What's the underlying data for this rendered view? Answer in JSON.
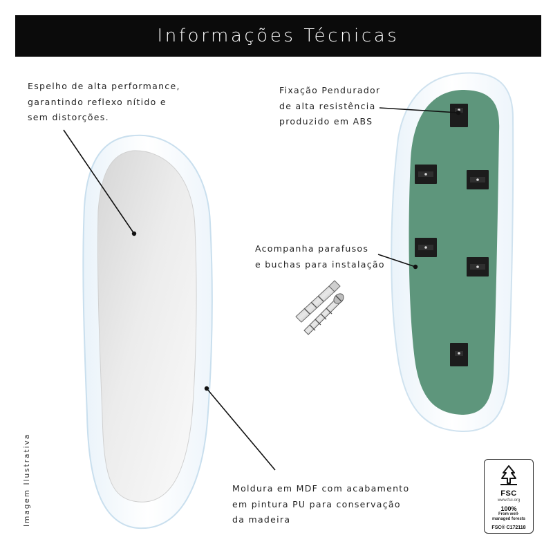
{
  "header": {
    "title": "Informações Técnicas"
  },
  "annotations": {
    "mirror": {
      "lines": [
        "Espelho de alta performance,",
        "garantindo reflexo nítido e",
        "sem distorções."
      ]
    },
    "hanger": {
      "lines": [
        "Fixação Pendurador",
        "de alta resistência",
        "produzido em ABS"
      ]
    },
    "screws": {
      "lines": [
        "Acompanha parafusos",
        "e buchas para instalação"
      ]
    },
    "frame": {
      "lines": [
        "Moldura em MDF com acabamento",
        "em pintura PU para conservação",
        "da madeira"
      ]
    }
  },
  "side_caption": "Imagem Ilustrativa",
  "fsc": {
    "brand": "FSC",
    "url": "www.fsc.org",
    "percent": "100%",
    "desc_lines": [
      "From well-",
      "managed forests"
    ],
    "code": "FSC® C172118"
  },
  "colors": {
    "header_bg": "#0b0b0b",
    "frame_white": "#fdfeff",
    "frame_edge": "#cfe2ef",
    "mirror_glass": "#e2e2e2",
    "back_green": "#5e967c",
    "hanger_black": "#1c1c1c"
  },
  "icons": [
    "mirror-front",
    "mirror-back",
    "wall-plug-icon",
    "screw-icon",
    "fsc-tree-icon"
  ]
}
